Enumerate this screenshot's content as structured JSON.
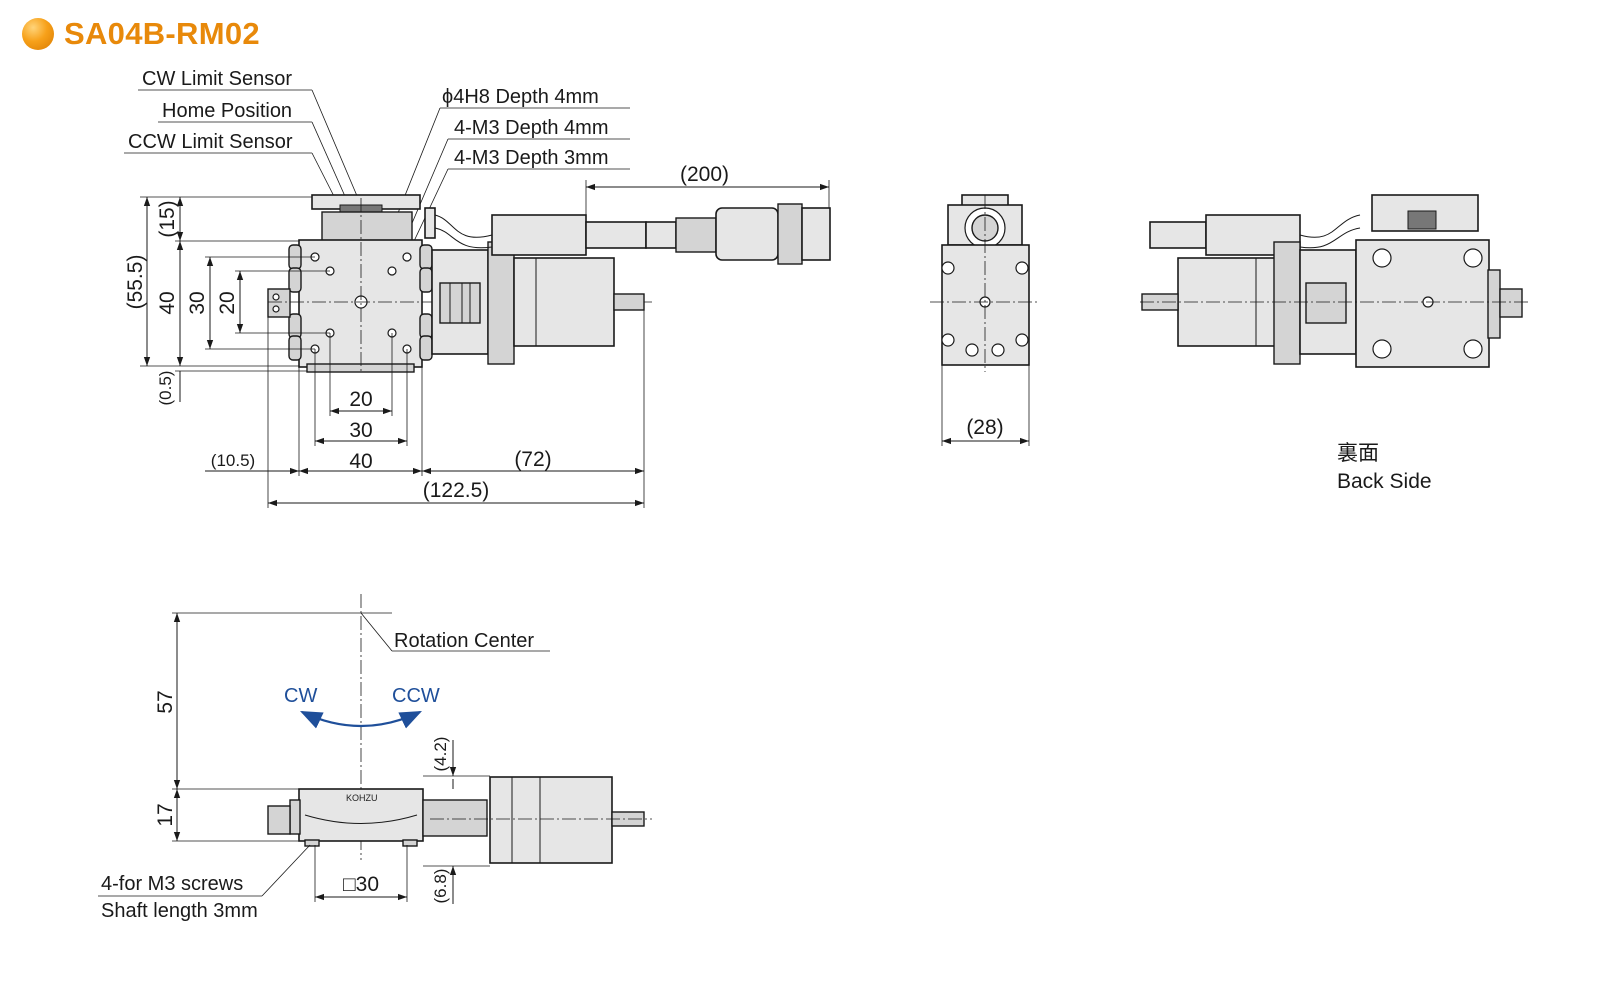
{
  "title": "SA04B-RM02",
  "colors": {
    "accent": "#e8890a",
    "line": "#1a1a1a",
    "body": "#e6e6e6",
    "arrow": "#1f4f9a"
  },
  "top_view": {
    "callouts": {
      "cw_limit": "CW Limit Sensor",
      "home": "Home Position",
      "ccw_limit": "CCW Limit Sensor",
      "bore": "ϕ4H8 Depth 4mm",
      "m3_4mm": "4-M3 Depth 4mm",
      "m3_3mm": "4-M3 Depth 3mm"
    },
    "dims": {
      "cable": "(200)",
      "v15": "(15)",
      "v55_5": "(55.5)",
      "v40": "40",
      "v30": "30",
      "v20": "20",
      "v0_5": "(0.5)",
      "h20": "20",
      "h30": "30",
      "h40": "40",
      "h10_5": "(10.5)",
      "h72": "(72)",
      "h122_5": "(122.5)"
    }
  },
  "end_view": {
    "dims": {
      "width": "(28)"
    }
  },
  "back_view": {
    "label_jp": "裏面",
    "label_en": "Back Side"
  },
  "front_view": {
    "rotation_center": "Rotation Center",
    "cw": "CW",
    "ccw": "CCW",
    "brand": "KOHZU",
    "dims": {
      "v57": "57",
      "v17": "17",
      "v4_2": "(4.2)",
      "v6_8": "(6.8)",
      "sq30": "□30"
    },
    "screws_line1": "4-for M3 screws",
    "screws_line2": "Shaft length 3mm"
  }
}
